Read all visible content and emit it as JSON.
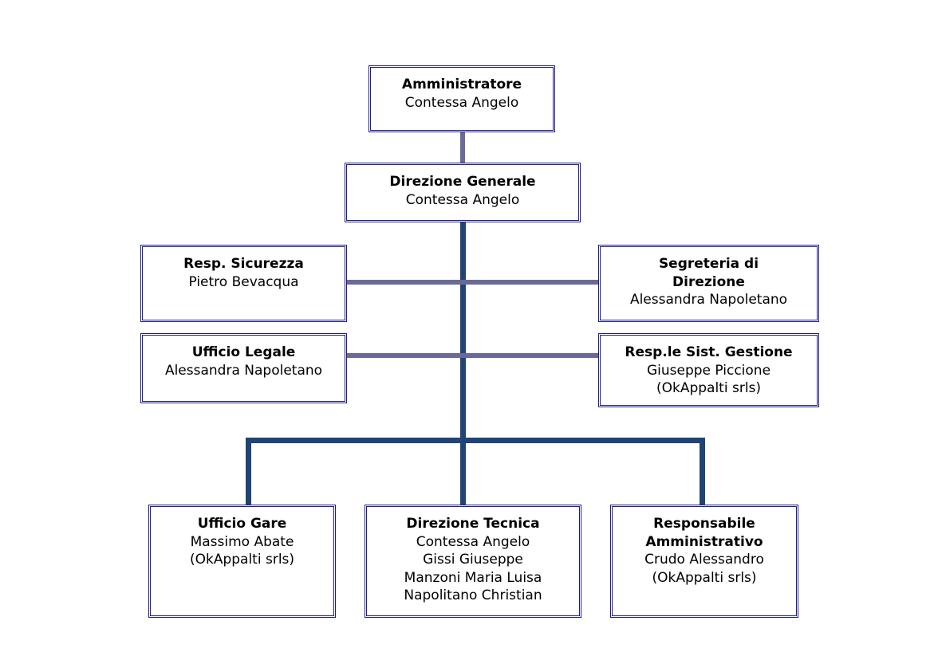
{
  "colors": {
    "box_border": "#1c1c8a",
    "staff_connector": "#6a6a98",
    "line_connector": "#1f4475"
  },
  "nodes": {
    "administrator": {
      "title": "Amministratore",
      "lines": [
        "Contessa Angelo"
      ]
    },
    "general_management": {
      "title": "Direzione Generale",
      "lines": [
        "Contessa Angelo"
      ]
    },
    "safety": {
      "title": "Resp. Sicurezza",
      "lines": [
        "Pietro Bevacqua"
      ]
    },
    "secretariat": {
      "title": "Segreteria di\nDirezione",
      "lines": [
        "Alessandra Napoletano"
      ]
    },
    "legal": {
      "title": "Ufficio Legale",
      "lines": [
        "Alessandra Napoletano"
      ]
    },
    "management_system": {
      "title": "Resp.le Sist. Gestione",
      "lines": [
        "Giuseppe Piccione",
        "(OkAppalti srls)"
      ]
    },
    "tenders": {
      "title": "Ufficio Gare",
      "lines": [
        "Massimo Abate",
        "(OkAppalti srls)"
      ]
    },
    "technical": {
      "title": "Direzione Tecnica",
      "lines": [
        "Contessa Angelo",
        "Gissi Giuseppe",
        "Manzoni Maria Luisa",
        "Napolitano Christian"
      ]
    },
    "administrative": {
      "title": "Responsabile\nAmministrativo",
      "lines": [
        "Crudo Alessandro",
        "(OkAppalti srls)"
      ]
    }
  }
}
